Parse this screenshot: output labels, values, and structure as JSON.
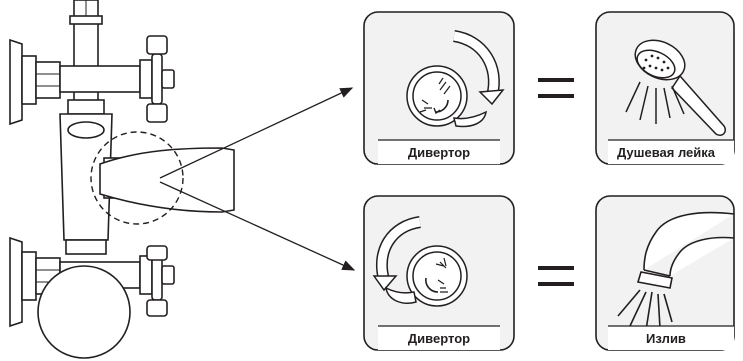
{
  "colors": {
    "line": "#231f20",
    "panel_fill": "#f2f2f2",
    "label_fill": "#ffffff"
  },
  "panels": {
    "top_diverter": {
      "label": "Дивертор",
      "icon": "diverter-clockwise-icon"
    },
    "shower_head": {
      "label": "Душевая лейка",
      "icon": "hand-shower-icon"
    },
    "bottom_diverter": {
      "label": "Дивертор",
      "icon": "diverter-counterclockwise-icon"
    },
    "spout": {
      "label": "Излив",
      "icon": "spout-icon"
    }
  },
  "equals_symbols": [
    "equals-icon",
    "equals-icon"
  ],
  "mixer_icon": "wall-mixer-icon"
}
